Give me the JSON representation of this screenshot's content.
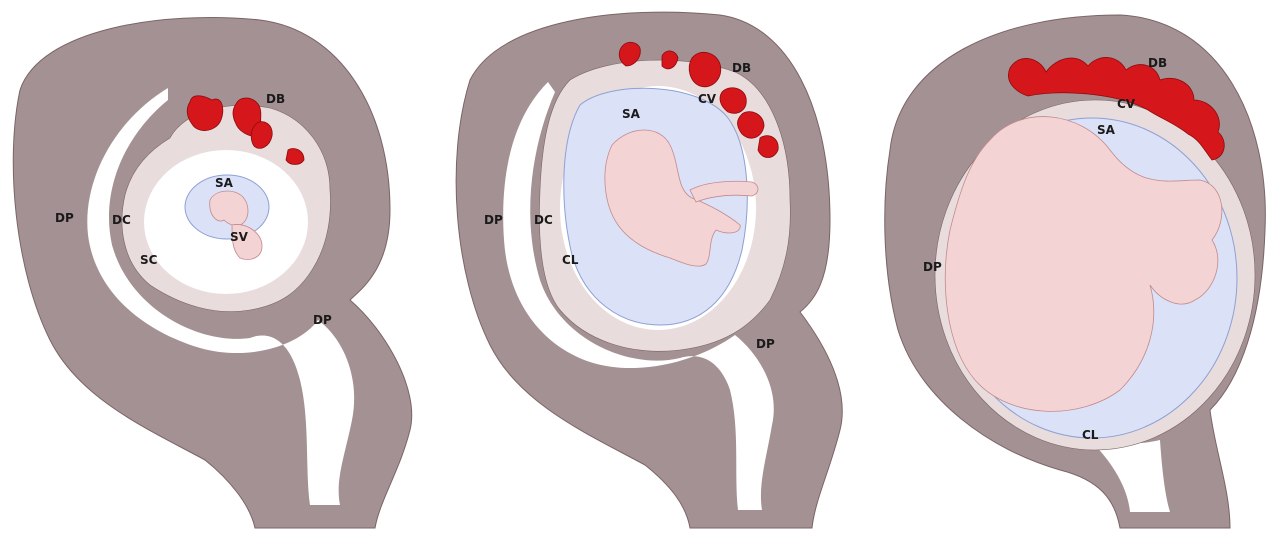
{
  "colors": {
    "uterine_wall": "#a49193",
    "uterine_wall_edge": "#7b6466",
    "cavity": "#ffffff",
    "decidua_light": "#e9dcdc",
    "amnion": "#dbe2f7",
    "amnion_edge": "#8ea0d4",
    "embryo": "#f4d3d4",
    "embryo_edge": "#c28a8c",
    "villi": "#d5161a",
    "villi_edge": "#8c0b0e"
  },
  "panels": [
    {
      "labels": [
        {
          "key": "DB",
          "text": "DB"
        },
        {
          "key": "SA",
          "text": "SA"
        },
        {
          "key": "SV",
          "text": "SV"
        },
        {
          "key": "DP_left",
          "text": "DP"
        },
        {
          "key": "DC",
          "text": "DC"
        },
        {
          "key": "SC",
          "text": "SC"
        },
        {
          "key": "DP_right",
          "text": "DP"
        }
      ]
    },
    {
      "labels": [
        {
          "key": "DB",
          "text": "DB"
        },
        {
          "key": "CV",
          "text": "CV"
        },
        {
          "key": "SA",
          "text": "SA"
        },
        {
          "key": "DP_left",
          "text": "DP"
        },
        {
          "key": "DC",
          "text": "DC"
        },
        {
          "key": "CL",
          "text": "CL"
        },
        {
          "key": "DP_right",
          "text": "DP"
        }
      ]
    },
    {
      "labels": [
        {
          "key": "DB",
          "text": "DB"
        },
        {
          "key": "CV",
          "text": "CV"
        },
        {
          "key": "SA",
          "text": "SA"
        },
        {
          "key": "DP",
          "text": "DP"
        },
        {
          "key": "CL",
          "text": "CL"
        }
      ]
    }
  ]
}
